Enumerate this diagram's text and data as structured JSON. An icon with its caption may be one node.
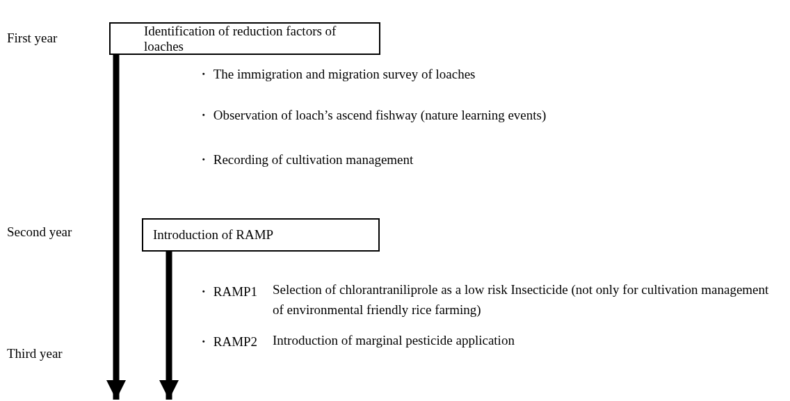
{
  "diagram": {
    "nodes": [
      {
        "text": [
          "Identification of reduction factors of loaches"
        ]
      },
      {
        "text": [
          "Introduction of RAMP"
        ]
      }
    ],
    "edges": [
      {
        "from": 0,
        "to": null,
        "arrow": "to"
      },
      {
        "from": 1,
        "to": null,
        "arrow": "to"
      }
    ],
    "labels": [
      "First year",
      "・ The immigration and migration survey of loaches",
      "・ Observation of loach’s ascend fishway (nature learning events)",
      "・ Recording of cultivation management",
      "Second year",
      "・ RAMP1",
      "Selection of chlorantraniliprole as a low risk Insecticide (not only for cultivation management of environmental friendly rice farming)",
      "・ RAMP2",
      "Introduction of marginal pesticide application",
      "Third year"
    ]
  }
}
